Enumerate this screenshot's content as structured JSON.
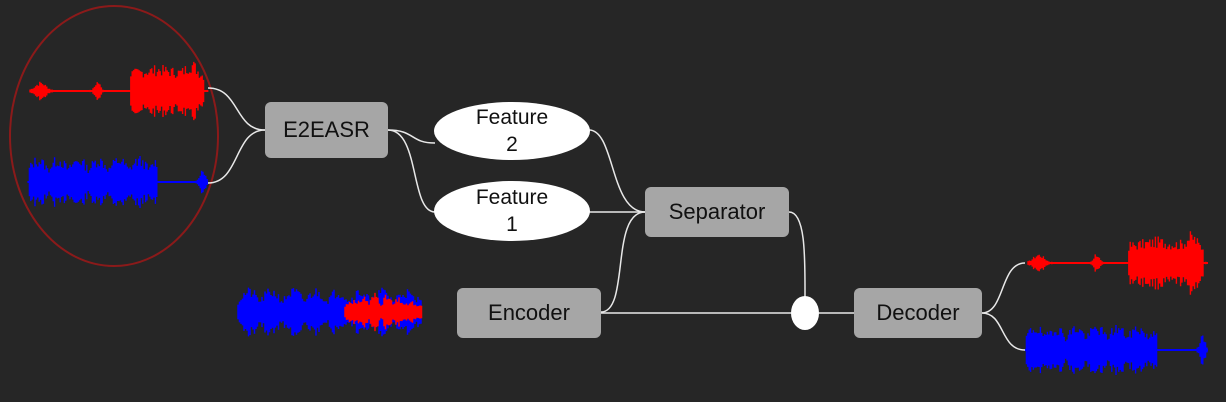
{
  "nodes": {
    "e2easr": "E2EASR",
    "feature2": {
      "line1": "Feature",
      "line2": "2"
    },
    "feature1": {
      "line1": "Feature",
      "line2": "1"
    },
    "separator": "Separator",
    "encoder": "Encoder",
    "decoder": "Decoder"
  },
  "colors": {
    "background": "#262626",
    "box": "#a6a6a6",
    "ellipse": "#ffffff",
    "connector": "#e8e8e8",
    "speaker_red": "#ff0000",
    "speaker_blue": "#0000ff",
    "circle_outline": "#8b1a1a"
  },
  "icons": [
    "waveform-red-icon",
    "waveform-blue-icon",
    "mixed-waveform-icon",
    "multiply-junction-icon"
  ]
}
